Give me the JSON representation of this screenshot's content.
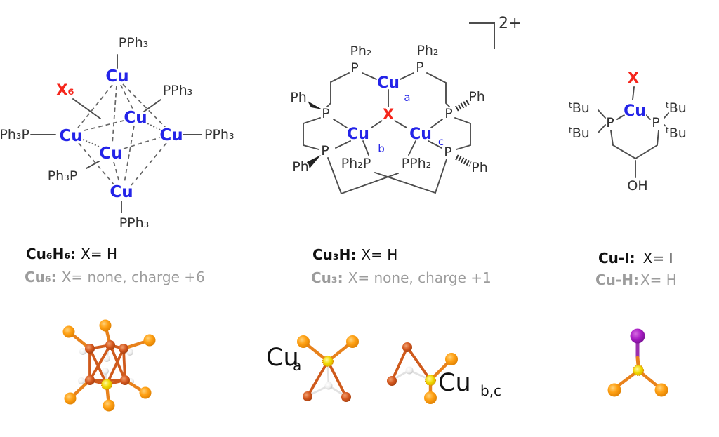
{
  "left": {
    "cu": "Cu",
    "x6": "X₆",
    "pph3": "PPh₃",
    "ph3p": "Ph₃P",
    "cap1_name": "Cu₆H₆:",
    "cap1_rest": "X= H",
    "cap2_name": "Cu₆:",
    "cap2_rest": "X= none, charge +6"
  },
  "middle": {
    "charge": "2+",
    "cu": "Cu",
    "x": "X",
    "p": "P",
    "ph": "Ph",
    "ph2": "Ph₂",
    "ph2p": "Ph₂P",
    "pph2": "PPh₂",
    "sub_a": "a",
    "sub_b": "b",
    "sub_c": "c",
    "cap1_name": "Cu₃H:",
    "cap1_rest": "X= H",
    "cap2_name": "Cu₃:",
    "cap2_rest": "X= none, charge +1"
  },
  "right": {
    "cu": "Cu",
    "x": "X",
    "p": "P",
    "tbu_sup": "t",
    "tbu_main": "Bu",
    "oh": "OH",
    "cap1_name": "Cu-I:",
    "cap1_rest": "X= I",
    "cap2_name": "Cu-H:",
    "cap2_rest": "X= H"
  },
  "models": {
    "cua_main": "Cu",
    "cua_sub": "a",
    "cubc_main": "Cu",
    "cubc_sub": "b,c"
  },
  "colors": {
    "cu_label_blue": "#2424e8",
    "x_label_red": "#f5261c",
    "bond_gray": "#4d4d4d",
    "caption_black": "#111111",
    "caption_gray": "#9c9c9c",
    "phosphorus_orange": "#ff9b00",
    "copper_orange": "#d4561e",
    "hydride_white": "#f1f1f1",
    "highlight_yellow": "#eed400",
    "iodine_purple": "#a81cc4"
  }
}
